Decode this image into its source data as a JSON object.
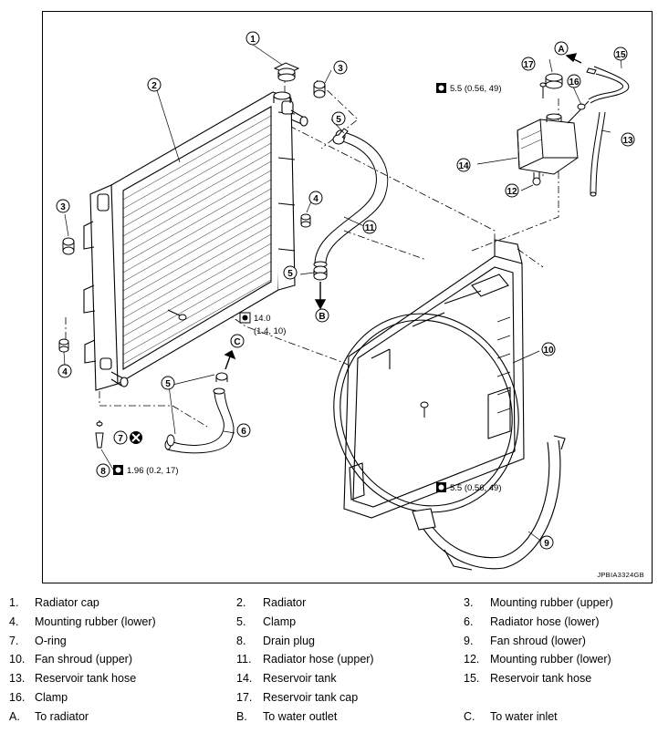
{
  "figure": {
    "code": "JPBIA3324GB",
    "callouts": [
      {
        "id": "c1",
        "label": "1"
      },
      {
        "id": "c2",
        "label": "2"
      },
      {
        "id": "c3a",
        "label": "3"
      },
      {
        "id": "c3b",
        "label": "3"
      },
      {
        "id": "c4a",
        "label": "4"
      },
      {
        "id": "c4b",
        "label": "4"
      },
      {
        "id": "c5a",
        "label": "5"
      },
      {
        "id": "c5b",
        "label": "5"
      },
      {
        "id": "c5c",
        "label": "5"
      },
      {
        "id": "c6",
        "label": "6"
      },
      {
        "id": "c7",
        "label": "7"
      },
      {
        "id": "c8",
        "label": "8"
      },
      {
        "id": "c9",
        "label": "9"
      },
      {
        "id": "c10",
        "label": "10"
      },
      {
        "id": "c11",
        "label": "11"
      },
      {
        "id": "c12",
        "label": "12"
      },
      {
        "id": "c13",
        "label": "13"
      },
      {
        "id": "c14",
        "label": "14"
      },
      {
        "id": "c15",
        "label": "15"
      },
      {
        "id": "c16",
        "label": "16"
      },
      {
        "id": "c17",
        "label": "17"
      },
      {
        "id": "cA",
        "label": "A"
      },
      {
        "id": "cB",
        "label": "B"
      },
      {
        "id": "cC",
        "label": "C"
      }
    ],
    "specs": {
      "tank_bolt": "5.5 (0.56, 49)",
      "radiator_bolt_line1": "14.0",
      "radiator_bolt_line2": "(1.4, 10)",
      "drain_plug": "1.96 (0.2, 17)",
      "shroud_bolt": "5.5 (0.56, 49)"
    }
  },
  "legend": {
    "rows": [
      [
        {
          "key": "1.",
          "text": "Radiator cap"
        },
        {
          "key": "2.",
          "text": "Radiator"
        },
        {
          "key": "3.",
          "text": "Mounting rubber (upper)"
        }
      ],
      [
        {
          "key": "4.",
          "text": "Mounting rubber (lower)"
        },
        {
          "key": "5.",
          "text": "Clamp"
        },
        {
          "key": "6.",
          "text": "Radiator hose (lower)"
        }
      ],
      [
        {
          "key": "7.",
          "text": "O-ring"
        },
        {
          "key": "8.",
          "text": "Drain plug"
        },
        {
          "key": "9.",
          "text": "Fan shroud (lower)"
        }
      ],
      [
        {
          "key": "10.",
          "text": "Fan shroud (upper)"
        },
        {
          "key": "11.",
          "text": "Radiator hose (upper)"
        },
        {
          "key": "12.",
          "text": "Mounting rubber (lower)"
        }
      ],
      [
        {
          "key": "13.",
          "text": "Reservoir tank hose"
        },
        {
          "key": "14.",
          "text": "Reservoir tank"
        },
        {
          "key": "15.",
          "text": "Reservoir tank hose"
        }
      ],
      [
        {
          "key": "16.",
          "text": "Clamp"
        },
        {
          "key": "17.",
          "text": "Reservoir tank cap"
        },
        {
          "key": "",
          "text": ""
        }
      ],
      [
        {
          "key": "A.",
          "text": "To radiator"
        },
        {
          "key": "B.",
          "text": "To water outlet"
        },
        {
          "key": "C.",
          "text": "To water inlet"
        }
      ]
    ]
  }
}
